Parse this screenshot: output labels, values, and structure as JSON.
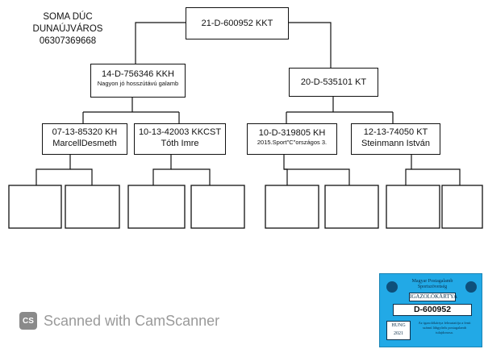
{
  "owner": {
    "name": "SOMA DÚC",
    "city": "DUNAÚJVÁROS",
    "phone": "06307369668"
  },
  "pedigree": {
    "subject": {
      "ring": "21-D-600952 KKT"
    },
    "sire": {
      "ring": "14-D-756346 KKH",
      "note": "Nagyon jó hosszútávú galamb"
    },
    "dam": {
      "ring": "20-D-535101 KT"
    },
    "sire_sire": {
      "ring": "07-13-85320 KH",
      "breeder": "MarcellDesmeth"
    },
    "sire_dam": {
      "ring": "10-13-42003 KKCST",
      "breeder": "Tóth Imre"
    },
    "dam_sire": {
      "ring": "10-D-319805 KH",
      "note": "2015.Sport\"C\"országos 3."
    },
    "dam_dam": {
      "ring": "12-13-74050 KT",
      "breeder": "Steinmann István"
    }
  },
  "watermark": {
    "logo": "CS",
    "text": "Scanned with CamScanner"
  },
  "card": {
    "org_line1": "Magyar Postagalamb",
    "org_line2": "Sportszövetség",
    "title": "IGAZOLÓKÁRTYA",
    "ring": "D-600952",
    "country": "HUNG",
    "year": "2021",
    "notice": "Az igazolókártya felmutatója a fenti számú lábgyűrűs postagalamb tulajdonosa."
  }
}
